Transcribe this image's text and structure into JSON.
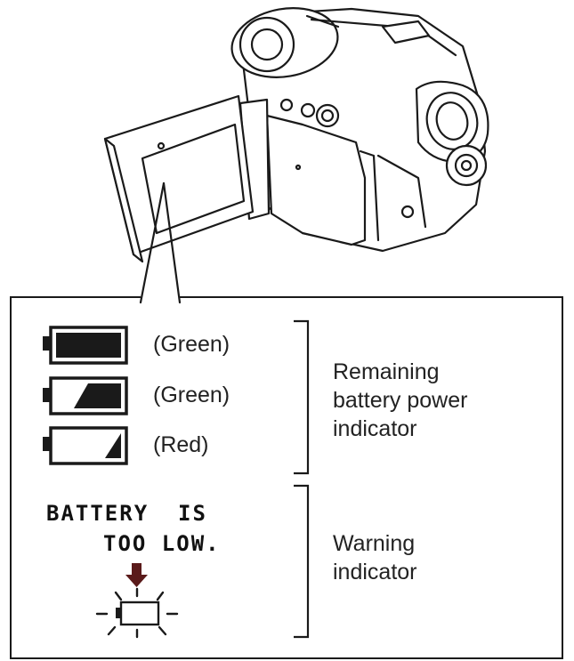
{
  "battery_levels": [
    {
      "label": "(Green)",
      "fill_fraction": 1.0
    },
    {
      "label": "(Green)",
      "fill_fraction": 0.66
    },
    {
      "label": "(Red)",
      "fill_fraction": 0.33
    }
  ],
  "remaining_indicator": {
    "lines": [
      "Remaining",
      "battery power",
      "indicator"
    ]
  },
  "warning_message": {
    "line1": "BATTERY  IS",
    "line2": "TOO LOW."
  },
  "warning_indicator": {
    "lines": [
      "Warning",
      "indicator"
    ]
  },
  "colors": {
    "stroke": "#1a1a1a",
    "arrow": "#5a1a1a",
    "camera_body": "#ffffff"
  }
}
